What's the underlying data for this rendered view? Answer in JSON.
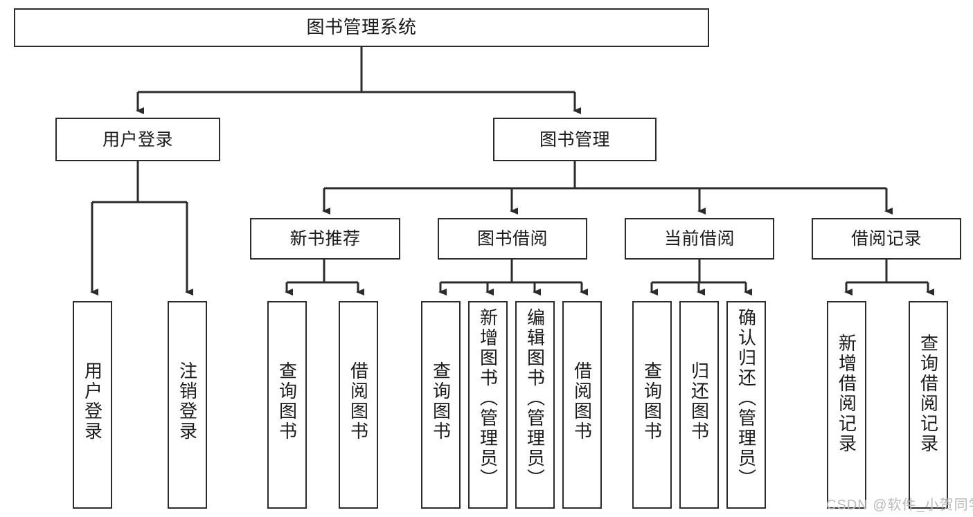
{
  "diagram": {
    "title": "图书管理系统",
    "type": "tree-hierarchy-chart",
    "line_color": "#2b2b2b",
    "box_fill": "#ffffff",
    "text_color": "#1b1b1b",
    "watermark": "CSDN @软件_小贺同学",
    "watermark_color": "#b9b9b9"
  },
  "nodes": {
    "root": {
      "label": "图书管理系统"
    },
    "level2": [
      {
        "label": "用户登录"
      },
      {
        "label": "图书管理"
      }
    ],
    "level3": [
      {
        "label": "新书推荐"
      },
      {
        "label": "图书借阅"
      },
      {
        "label": "当前借阅"
      },
      {
        "label": "借阅记录"
      }
    ],
    "leaves": {
      "user_login": [
        {
          "label": "用户登录"
        },
        {
          "label": "注销登录"
        }
      ],
      "new_book": [
        {
          "label": "查询图书"
        },
        {
          "label": "借阅图书"
        }
      ],
      "book_borrow": [
        {
          "label": "查询图书"
        },
        {
          "label": "新增图书（管理员）"
        },
        {
          "label": "编辑图书（管理员）"
        },
        {
          "label": "借阅图书"
        }
      ],
      "current_borrow": [
        {
          "label": "查询图书"
        },
        {
          "label": "归还图书"
        },
        {
          "label": "确认归还（管理员）"
        }
      ],
      "borrow_record": [
        {
          "label": "新增借阅记录"
        },
        {
          "label": "查询借阅记录"
        }
      ]
    }
  }
}
